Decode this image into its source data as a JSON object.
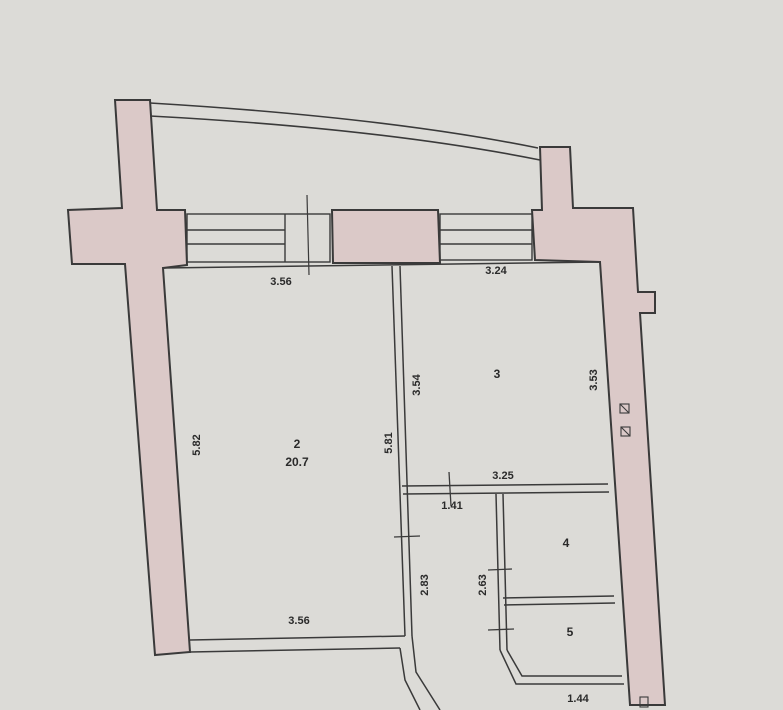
{
  "colors": {
    "paper": "#dcdbd7",
    "wall_fill": "#dbc9c8",
    "line": "#3a3a3a"
  },
  "rooms": [
    {
      "id": "room-2",
      "number": "2",
      "area": "20.7"
    },
    {
      "id": "room-3",
      "number": "3"
    },
    {
      "id": "room-4",
      "number": "4"
    },
    {
      "id": "room-5",
      "number": "5"
    }
  ],
  "dimensions": {
    "room2_top_width": "3.56",
    "room3_top_width": "3.24",
    "room2_left_height": "5.82",
    "room2_right_height": "5.81",
    "room3_left_height": "3.54",
    "room3_right_height": "3.53",
    "room3_bottom_width": "3.25",
    "hall_width": "1.41",
    "room2_bottom_width": "3.56",
    "hall_height": "2.83",
    "room4_height": "2.63",
    "room5_bottom_width": "1.44"
  }
}
